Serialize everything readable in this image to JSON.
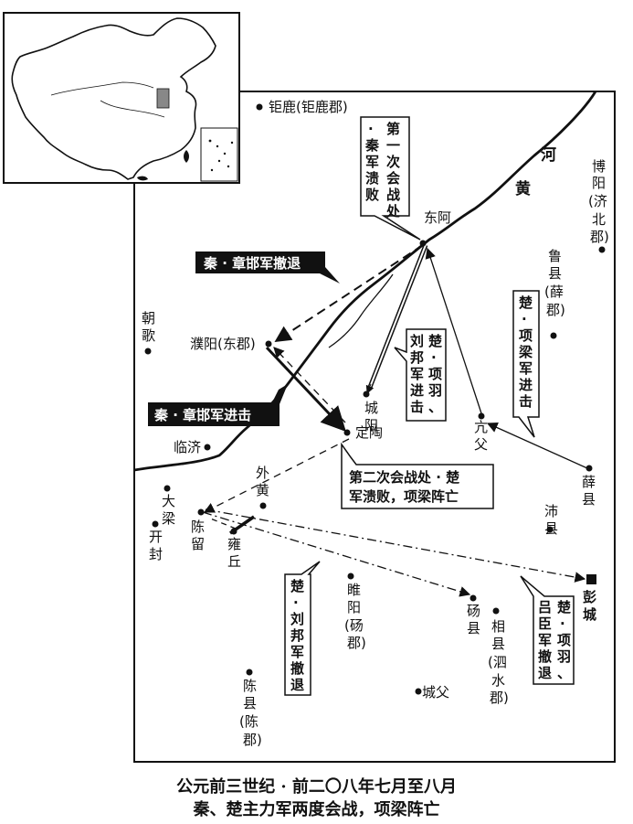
{
  "places": {
    "julu": "钜鹿(钜鹿郡)",
    "dong_a": "东阿",
    "boyang": [
      "博",
      "阳",
      "(济",
      "北",
      "郡)"
    ],
    "luxian": [
      "鲁",
      "县",
      "(薛",
      "郡)"
    ],
    "zhaoge": [
      "朝",
      "歌"
    ],
    "puyang": "濮阳(东郡)",
    "chengyang": [
      "城",
      "阳"
    ],
    "dingtao": "定陶",
    "kangfu": [
      "亢",
      "父"
    ],
    "xuexian": [
      "薛",
      "县"
    ],
    "linji": "临济",
    "waihuang": [
      "外",
      "黄"
    ],
    "daliang": [
      "大",
      "梁"
    ],
    "kaifeng": [
      "开",
      "封"
    ],
    "chenliu": [
      "陈",
      "留"
    ],
    "yongqiu": [
      "雍",
      "丘"
    ],
    "peixian": [
      "沛",
      "县"
    ],
    "pengcheng": [
      "彭",
      "城"
    ],
    "suiyang": [
      "睢",
      "阳",
      "(砀",
      "郡)"
    ],
    "dangxian": [
      "砀",
      "县"
    ],
    "xiangxian": [
      "相",
      "县",
      "(泗",
      "水",
      "郡)"
    ],
    "chengfu": "城父",
    "chenxian": [
      "陈",
      "县",
      "(陈",
      "郡)"
    ]
  },
  "river": [
    "河",
    "黄"
  ],
  "boxes": {
    "battle1": {
      "col1": [
        "第",
        "一",
        "次",
        "会",
        "战",
        "处"
      ],
      "col2": [
        "·",
        "秦",
        "军",
        "溃",
        "败"
      ]
    },
    "qin_retreat": "秦 · 章邯军撤退",
    "qin_advance": "秦 · 章邯军进击",
    "chu_xiangyu_liubang_advance": {
      "col1": [
        "楚",
        "·",
        "项",
        "羽",
        "、"
      ],
      "col2": [
        "刘",
        "邦",
        "军",
        "进",
        "击"
      ]
    },
    "chu_xiangliang_advance": [
      "楚",
      "·",
      "项",
      "梁",
      "军",
      "进",
      "击"
    ],
    "battle2": [
      "第二次会战处 · 楚",
      "军溃败，项梁阵亡"
    ],
    "chu_liubang_retreat": [
      "楚",
      "·",
      "刘",
      "邦",
      "军",
      "撤",
      "退"
    ],
    "chu_xiangyu_lvchen_retreat": {
      "col1": [
        "楚",
        "·",
        "项",
        "羽",
        "、"
      ],
      "col2": [
        "吕",
        "臣",
        "军",
        "撤",
        "退"
      ]
    }
  },
  "caption": {
    "line1": "公元前三世纪 · 前二〇八年七月至八月",
    "line2": "秦、楚主力军两度会战，项梁阵亡"
  },
  "icons": {
    "town": "dot-marker",
    "capital": "square-marker",
    "inset": "china-outline-map"
  }
}
